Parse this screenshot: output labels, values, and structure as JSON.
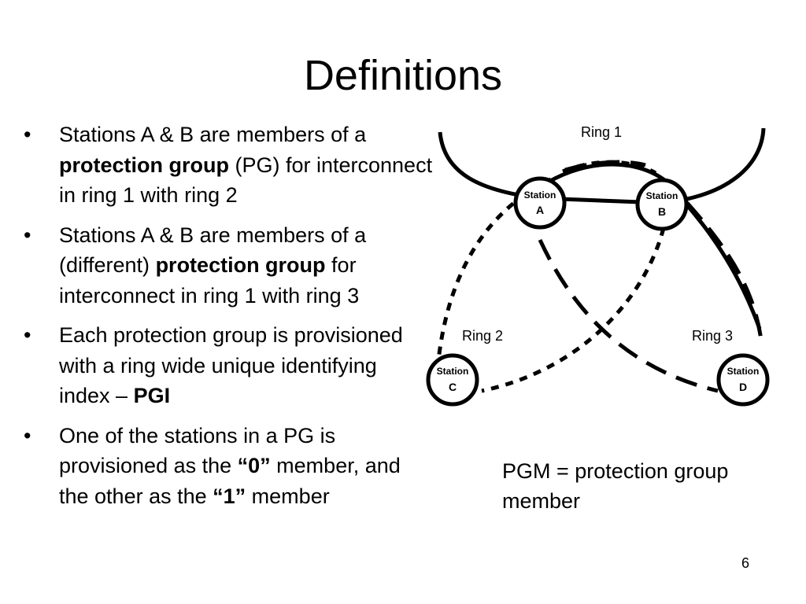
{
  "slide": {
    "title": "Definitions",
    "page_number": "6"
  },
  "bullets": [
    {
      "marker": "•",
      "parts": [
        "Stations A & B are members of a ",
        "protection group",
        " (PG) for interconnect in ring 1 with ring 2"
      ]
    },
    {
      "marker": "•",
      "parts": [
        "Stations A & B are members of a (different) ",
        "protection group",
        " for interconnect in ring 1 with ring 3"
      ]
    },
    {
      "marker": "•",
      "parts": [
        "Each protection group is provisioned with a ring wide unique identifying index – ",
        "PGI",
        ""
      ]
    },
    {
      "marker": "•",
      "parts": [
        "One of the stations in a PG is provisioned as the ",
        "“0”",
        " member, and the other as the ",
        "“1”",
        " member"
      ]
    }
  ],
  "diagram": {
    "rings": {
      "ring1": "Ring 1",
      "ring2": "Ring 2",
      "ring3": "Ring 3"
    },
    "stations": {
      "a": {
        "label": "Station",
        "id": "A"
      },
      "b": {
        "label": "Station",
        "id": "B"
      },
      "c": {
        "label": "Station",
        "id": "C"
      },
      "d": {
        "label": "Station",
        "id": "D"
      }
    },
    "note": "PGM = protection group member"
  }
}
